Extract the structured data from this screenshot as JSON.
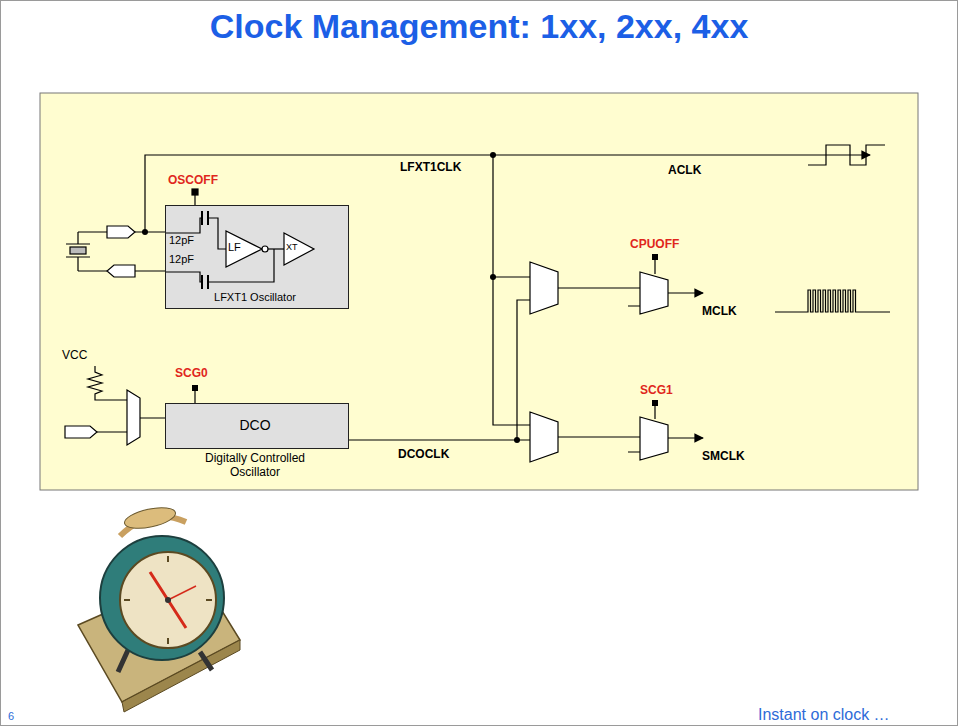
{
  "diagram": {
    "title": "Clock Management: 1xx, 2xx, 4xx",
    "nodes": [
      {
        "text": [
          "12pF",
          "12pF",
          "LF",
          "XT",
          "LFXT1 Oscillator"
        ]
      },
      {
        "text": [
          "DCO",
          "Digitally Controlled Oscillator"
        ]
      }
    ],
    "labels": [
      "OSCOFF",
      "LFXT1CLK",
      "ACLK",
      "CPUOFF",
      "MCLK",
      "VCC",
      "SCG0",
      "SCG1",
      "DCOCLK",
      "SMCLK",
      "Instant on clock …",
      "6"
    ]
  }
}
